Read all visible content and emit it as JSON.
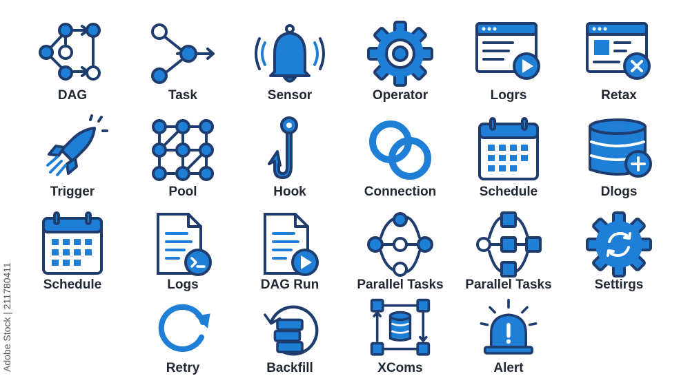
{
  "colors": {
    "accent": "#1f7fd6",
    "outline": "#1f3c6e",
    "text": "#1f2733"
  },
  "stock_id": "Adobe Stock | 211780411",
  "icons": [
    {
      "label": "DAG",
      "icon": "dag-icon"
    },
    {
      "label": "Task",
      "icon": "task-icon"
    },
    {
      "label": "Sensor",
      "icon": "sensor-icon"
    },
    {
      "label": "Operator",
      "icon": "operator-icon"
    },
    {
      "label": "Logrs",
      "icon": "logrs-icon"
    },
    {
      "label": "Retax",
      "icon": "retax-icon"
    },
    {
      "label": "Trigger",
      "icon": "trigger-icon"
    },
    {
      "label": "Pool",
      "icon": "pool-icon"
    },
    {
      "label": "Hook",
      "icon": "hook-icon"
    },
    {
      "label": "Connection",
      "icon": "connection-icon"
    },
    {
      "label": "Schedule",
      "icon": "schedule-icon"
    },
    {
      "label": "Dlogs",
      "icon": "dlogs-icon"
    },
    {
      "label": "Schedule",
      "icon": "schedule-icon"
    },
    {
      "label": "Logs",
      "icon": "logs-icon"
    },
    {
      "label": "DAG Run",
      "icon": "dag-run-icon"
    },
    {
      "label": "Parallel Tasks",
      "icon": "parallel-tasks-icon"
    },
    {
      "label": "Parallel Tasks",
      "icon": "parallel-tasks-icon"
    },
    {
      "label": "Settirgs",
      "icon": "settings-icon"
    },
    {
      "label": "Retry",
      "icon": "retry-icon"
    },
    {
      "label": "Backfill",
      "icon": "backfill-icon"
    },
    {
      "label": "XComs",
      "icon": "xcoms-icon"
    },
    {
      "label": "Alert",
      "icon": "alert-icon"
    }
  ]
}
